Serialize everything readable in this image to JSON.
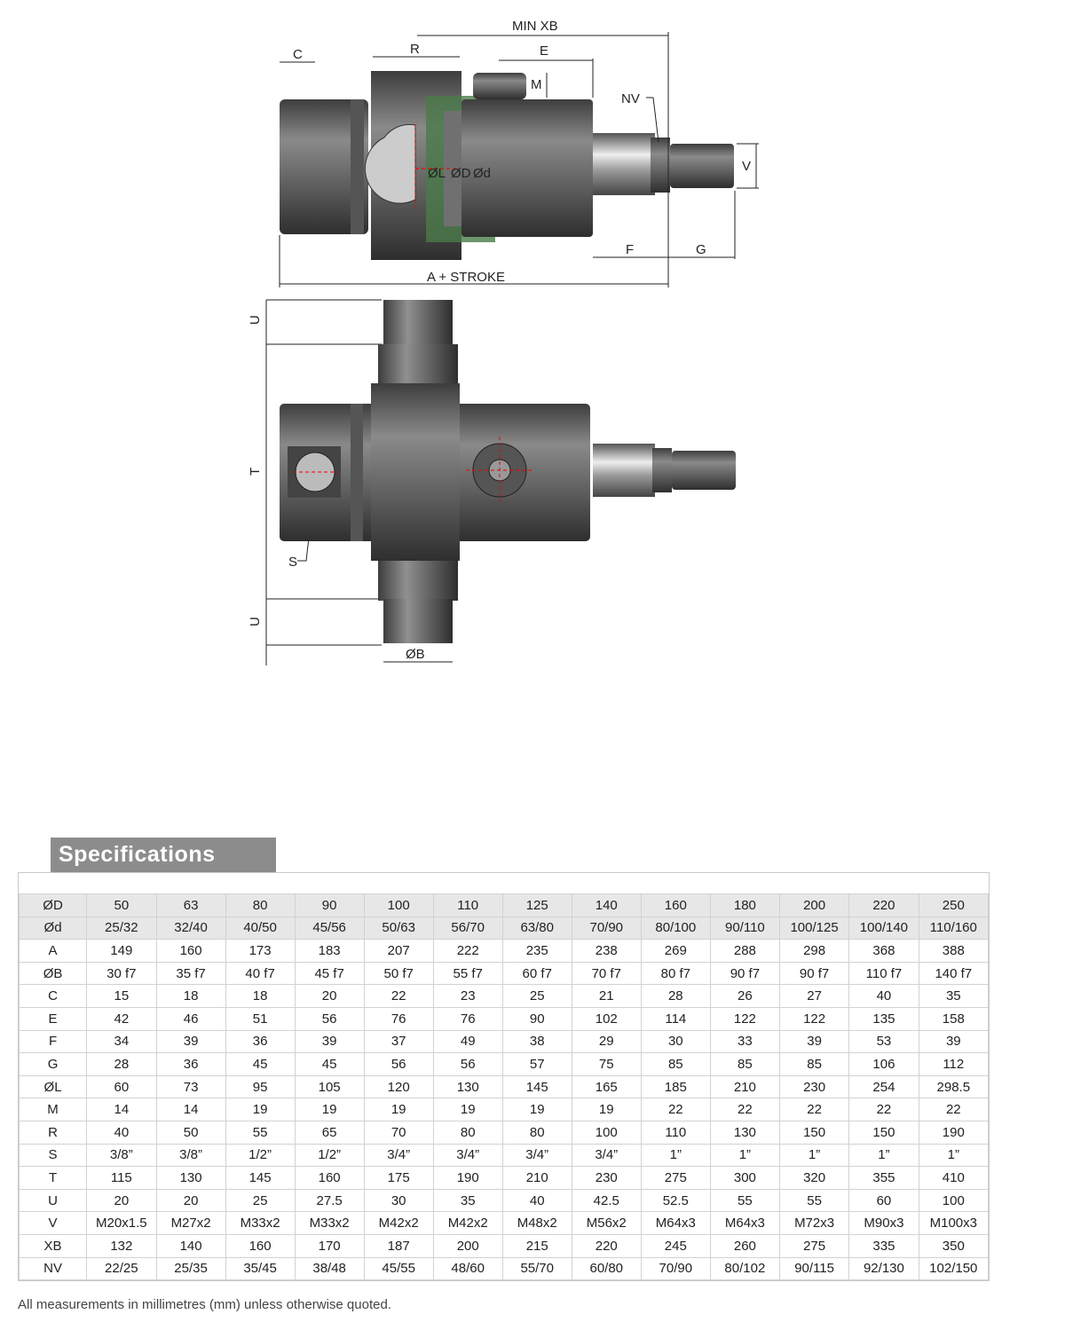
{
  "drawing": {
    "labels": {
      "min_xb": "MIN XB",
      "c": "C",
      "r": "R",
      "e": "E",
      "m": "M",
      "nv": "NV",
      "l": "ØL",
      "d_big": "ØD",
      "d_small": "Ød",
      "v": "V",
      "f": "F",
      "g": "G",
      "a_stroke": "A + STROKE",
      "u_top": "U",
      "t": "T",
      "s": "S",
      "u_bottom": "U",
      "b": "ØB"
    }
  },
  "specifications": {
    "title": "Specifications",
    "rows": [
      [
        "ØD",
        "50",
        "63",
        "80",
        "90",
        "100",
        "110",
        "125",
        "140",
        "160",
        "180",
        "200",
        "220",
        "250"
      ],
      [
        "Ød",
        "25/32",
        "32/40",
        "40/50",
        "45/56",
        "50/63",
        "56/70",
        "63/80",
        "70/90",
        "80/100",
        "90/110",
        "100/125",
        "100/140",
        "110/160"
      ],
      [
        "A",
        "149",
        "160",
        "173",
        "183",
        "207",
        "222",
        "235",
        "238",
        "269",
        "288",
        "298",
        "368",
        "388"
      ],
      [
        "ØB",
        "30 f7",
        "35 f7",
        "40 f7",
        "45 f7",
        "50 f7",
        "55 f7",
        "60 f7",
        "70 f7",
        "80 f7",
        "90 f7",
        "90 f7",
        "110 f7",
        "140 f7"
      ],
      [
        "C",
        "15",
        "18",
        "18",
        "20",
        "22",
        "23",
        "25",
        "21",
        "28",
        "26",
        "27",
        "40",
        "35"
      ],
      [
        "E",
        "42",
        "46",
        "51",
        "56",
        "76",
        "76",
        "90",
        "102",
        "114",
        "122",
        "122",
        "135",
        "158"
      ],
      [
        "F",
        "34",
        "39",
        "36",
        "39",
        "37",
        "49",
        "38",
        "29",
        "30",
        "33",
        "39",
        "53",
        "39"
      ],
      [
        "G",
        "28",
        "36",
        "45",
        "45",
        "56",
        "56",
        "57",
        "75",
        "85",
        "85",
        "85",
        "106",
        "112"
      ],
      [
        "ØL",
        "60",
        "73",
        "95",
        "105",
        "120",
        "130",
        "145",
        "165",
        "185",
        "210",
        "230",
        "254",
        "298.5"
      ],
      [
        "M",
        "14",
        "14",
        "19",
        "19",
        "19",
        "19",
        "19",
        "19",
        "22",
        "22",
        "22",
        "22",
        "22"
      ],
      [
        "R",
        "40",
        "50",
        "55",
        "65",
        "70",
        "80",
        "80",
        "100",
        "110",
        "130",
        "150",
        "150",
        "190"
      ],
      [
        "S",
        "3/8”",
        "3/8”",
        "1/2”",
        "1/2”",
        "3/4”",
        "3/4”",
        "3/4”",
        "3/4”",
        "1”",
        "1”",
        "1”",
        "1”",
        "1”"
      ],
      [
        "T",
        "115",
        "130",
        "145",
        "160",
        "175",
        "190",
        "210",
        "230",
        "275",
        "300",
        "320",
        "355",
        "410"
      ],
      [
        "U",
        "20",
        "20",
        "25",
        "27.5",
        "30",
        "35",
        "40",
        "42.5",
        "52.5",
        "55",
        "55",
        "60",
        "100"
      ],
      [
        "V",
        "M20x1.5",
        "M27x2",
        "M33x2",
        "M33x2",
        "M42x2",
        "M42x2",
        "M48x2",
        "M56x2",
        "M64x3",
        "M64x3",
        "M72x3",
        "M90x3",
        "M100x3"
      ],
      [
        "XB",
        "132",
        "140",
        "160",
        "170",
        "187",
        "200",
        "215",
        "220",
        "245",
        "260",
        "275",
        "335",
        "350"
      ],
      [
        "NV",
        "22/25",
        "25/35",
        "35/45",
        "38/48",
        "45/55",
        "48/60",
        "55/70",
        "60/80",
        "70/90",
        "80/102",
        "90/115",
        "92/130",
        "102/150"
      ]
    ]
  },
  "footnote": "All measurements in millimetres (mm) unless otherwise quoted."
}
